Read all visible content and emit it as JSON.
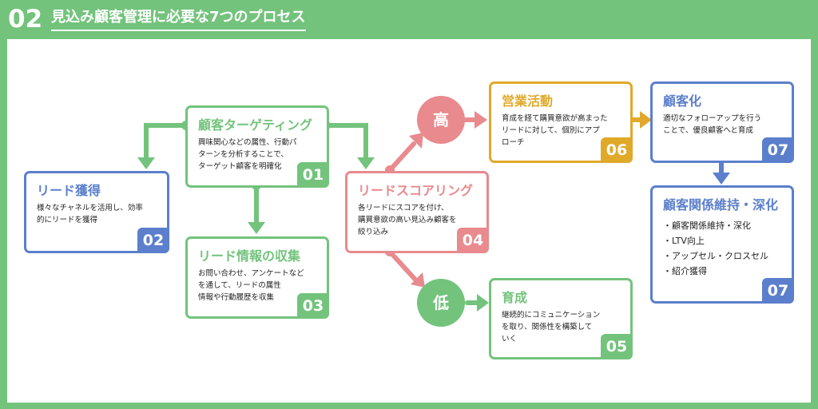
{
  "header": {
    "number": "02",
    "title": "見込み顧客管理に必要な7つのプロセス"
  },
  "colors": {
    "green": "#73c37c",
    "blue": "#5b7fcc",
    "pink": "#e88a8e",
    "yellow": "#e0a92a"
  },
  "steps": [
    {
      "id": "targeting",
      "title": "顧客ターゲティング",
      "desc": [
        "興味関心などの属性、行動パ",
        "ターンを分析することで、",
        "ターゲット顧客を明確化"
      ],
      "number": "01"
    },
    {
      "id": "lead_acquisition",
      "title": "リード獲得",
      "desc": [
        "様々なチャネルを活用し、効率",
        "的にリードを獲得"
      ],
      "number": "02"
    },
    {
      "id": "lead_info",
      "title": "リード情報の収集",
      "desc": [
        "お問い合わせ、アンケートなど",
        "を通して、リードの属性",
        "情報や行動履歴を収集"
      ],
      "number": "03"
    },
    {
      "id": "lead_scoring",
      "title": "リードスコアリング",
      "desc": [
        "各リードにスコアを付け、",
        "購買意欲の高い見込み顧客を",
        "絞り込み"
      ],
      "number": "04"
    },
    {
      "id": "nurturing",
      "title": "育成",
      "desc": [
        "継続的にコミュニケーション",
        "を取り、関係性を構築して",
        "いく"
      ],
      "number": "05"
    },
    {
      "id": "sales",
      "title": "営業活動",
      "desc": [
        "育成を経て購買意欲が高まった",
        "リードに対して、個別にアプ",
        "ローチ"
      ],
      "number": "06"
    },
    {
      "id": "customer",
      "title": "顧客化",
      "desc": [
        "適切なフォローアップを行う",
        "ことで、優良顧客へと育成"
      ],
      "number": "07"
    },
    {
      "id": "retention",
      "title": "顧客関係維持・深化",
      "bullets": [
        "・顧客関係維持・深化",
        "・LTV向上",
        "・アップセル・クロスセル",
        "・紹介獲得"
      ],
      "number": "07"
    }
  ],
  "branches": {
    "high": "高",
    "low": "低"
  }
}
